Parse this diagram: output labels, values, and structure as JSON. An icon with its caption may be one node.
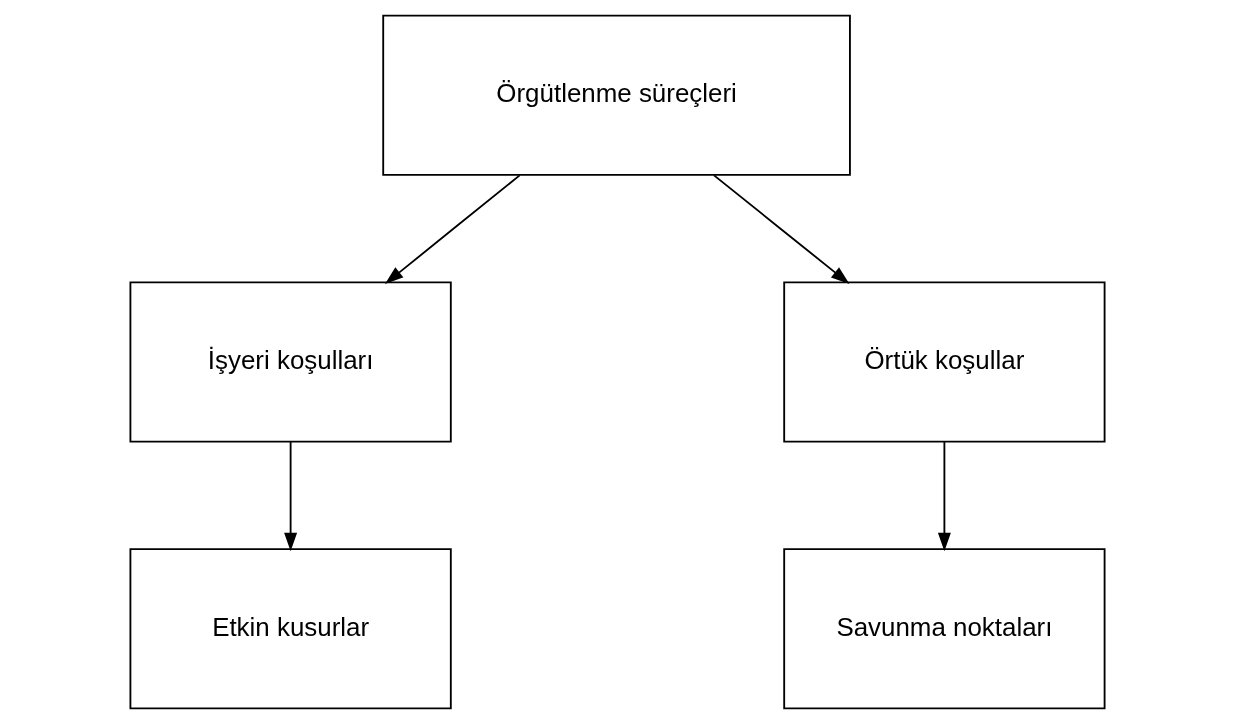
{
  "diagram": {
    "nodes": [
      {
        "text": [
          "Örgütlenme süreçleri"
        ]
      },
      {
        "text": [
          "İşyeri koşulları"
        ]
      },
      {
        "text": [
          "Örtük koşullar"
        ]
      },
      {
        "text": [
          "Etkin kusurlar"
        ]
      },
      {
        "text": [
          "Savunma noktaları"
        ]
      }
    ],
    "edges": [
      {
        "from": 0,
        "to": 1,
        "arrow": "to"
      },
      {
        "from": 0,
        "to": 2,
        "arrow": "to"
      },
      {
        "from": 1,
        "to": 3,
        "arrow": "to"
      },
      {
        "from": 2,
        "to": 4,
        "arrow": "to"
      }
    ]
  }
}
